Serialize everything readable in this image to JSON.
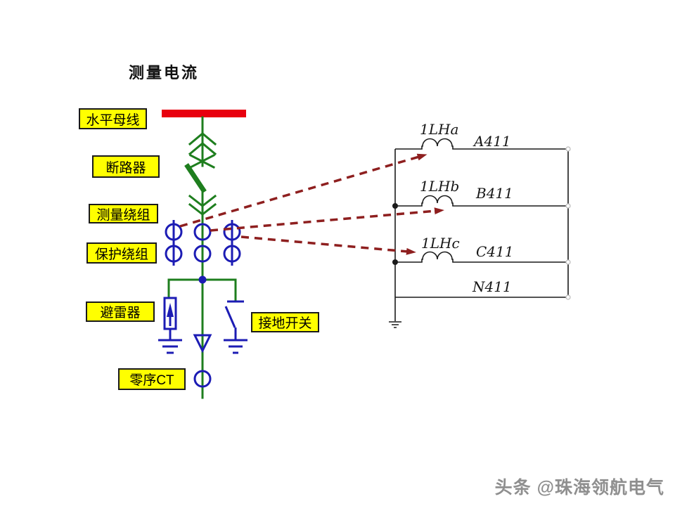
{
  "title": "测量电流",
  "labels": {
    "busbar": "水平母线",
    "breaker": "断路器",
    "measuring_winding": "测量绕组",
    "protection_winding": "保护绕组",
    "arrester": "避雷器",
    "earth_switch": "接地开关",
    "zero_sequence_ct": "零序CT"
  },
  "secondary_circuit": {
    "phases": [
      {
        "ct_name": "1LHa",
        "wire": "A411"
      },
      {
        "ct_name": "1LHb",
        "wire": "B411"
      },
      {
        "ct_name": "1LHc",
        "wire": "C411"
      }
    ],
    "neutral_wire": "N411"
  },
  "watermark": "头条 @珠海领航电气",
  "colors": {
    "busbar_red": "#e8000e",
    "line_green": "#1e7e1e",
    "symbol_blue": "#1c1cb4",
    "arrow_dark_red": "#8e1f1f",
    "label_yellow": "#ffff00",
    "circuit_black": "#1a1a1a",
    "watermark_gray": "#8f8f8f"
  }
}
